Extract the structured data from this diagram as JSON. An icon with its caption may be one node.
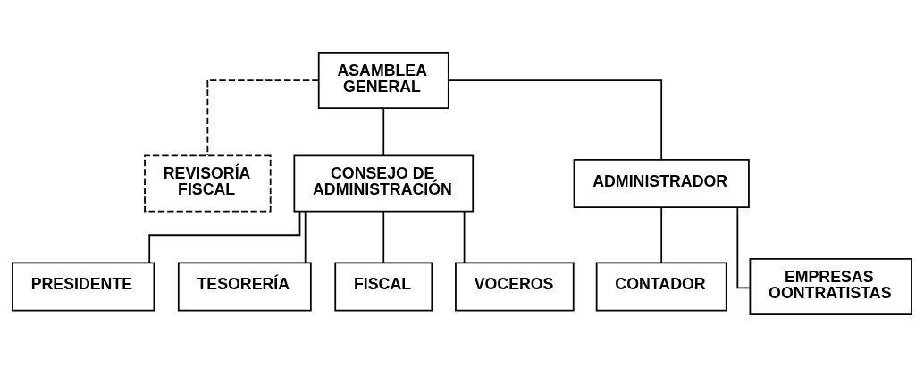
{
  "diagram": {
    "nodes": [
      {
        "text": [
          "ASAMBLEA GENERAL"
        ]
      },
      {
        "text": [
          "REVISORÍA FISCAL"
        ]
      },
      {
        "text": [
          "CONSEJO DE ADMINISTRACIÓN"
        ]
      },
      {
        "text": [
          "ADMINISTRADOR"
        ]
      },
      {
        "text": [
          "PRESIDENTE"
        ]
      },
      {
        "text": [
          "TESORERÍA"
        ]
      },
      {
        "text": [
          "FISCAL"
        ]
      },
      {
        "text": [
          "VOCEROS"
        ]
      },
      {
        "text": [
          "CONTADOR"
        ]
      },
      {
        "text": [
          "EMPRESAS OONTRATISTAS"
        ]
      }
    ],
    "edges": [
      {
        "from": 0,
        "to": 1,
        "arrow": "none",
        "style": "dashed"
      },
      {
        "from": 0,
        "to": 2,
        "arrow": "none"
      },
      {
        "from": 0,
        "to": 3,
        "arrow": "none"
      },
      {
        "from": 2,
        "to": 4,
        "arrow": "none"
      },
      {
        "from": 2,
        "to": 5,
        "arrow": "none"
      },
      {
        "from": 2,
        "to": 6,
        "arrow": "none"
      },
      {
        "from": 2,
        "to": 7,
        "arrow": "none"
      },
      {
        "from": 3,
        "to": 8,
        "arrow": "none"
      },
      {
        "from": 3,
        "to": 9,
        "arrow": "none"
      }
    ]
  }
}
